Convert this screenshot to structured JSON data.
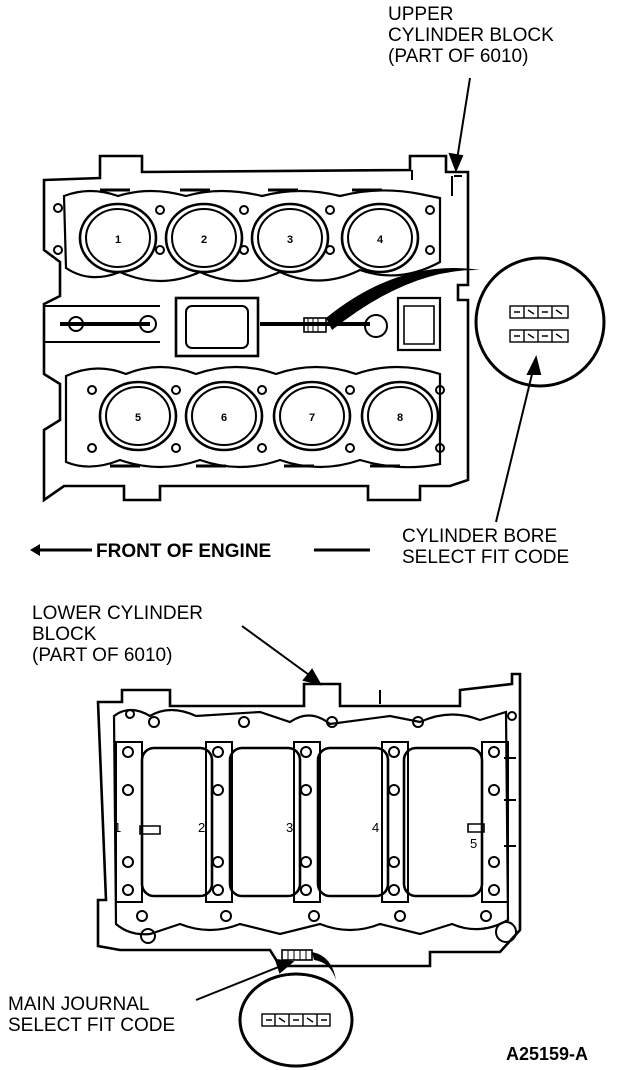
{
  "labels": {
    "upper_block": [
      "UPPER",
      "CYLINDER BLOCK",
      "(PART OF 6010)"
    ],
    "bore_code": [
      "CYLINDER BORE",
      "SELECT FIT CODE"
    ],
    "front": "FRONT OF ENGINE",
    "lower_block": [
      "LOWER CYLINDER",
      "BLOCK",
      "(PART OF 6010)"
    ],
    "main_code": [
      "MAIN JOURNAL",
      "SELECT FIT CODE"
    ],
    "figure_id": "A25159-A"
  },
  "upper_cylinders": [
    "1",
    "2",
    "3",
    "4",
    "5",
    "6",
    "7",
    "8"
  ],
  "main_bearings": [
    "1",
    "2",
    "3",
    "4",
    "5"
  ]
}
